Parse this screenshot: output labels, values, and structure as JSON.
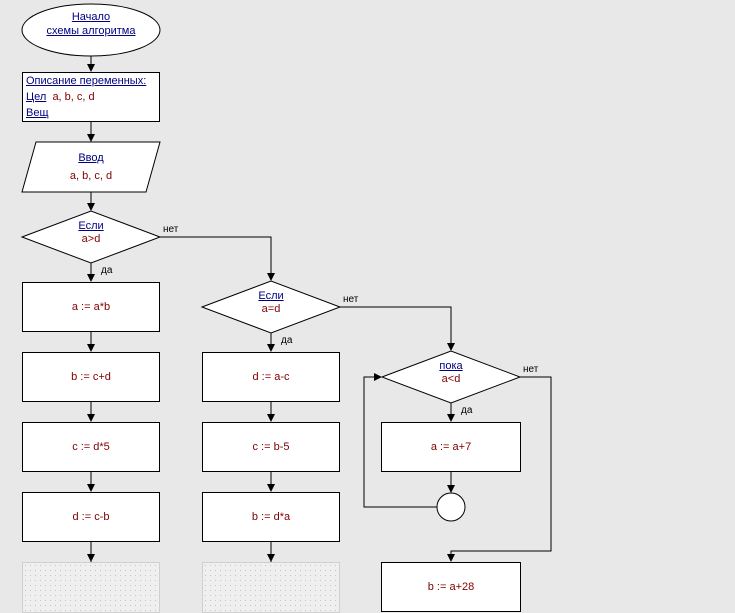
{
  "start": {
    "line1": "Начало",
    "line2": "схемы алгоритма"
  },
  "variables": {
    "title": "Описание переменных:",
    "int_kw": "Цел",
    "int_vars": "a, b, c, d",
    "real_kw": "Вещ"
  },
  "input": {
    "kw": "Ввод",
    "vars": "a, b, c, d"
  },
  "if1": {
    "kw": "Если",
    "cond": "a>d",
    "yes": "да",
    "no": "нет"
  },
  "if2": {
    "kw": "Если",
    "cond": "a=d",
    "yes": "да",
    "no": "нет"
  },
  "loop": {
    "kw": "пока",
    "cond": "a<d",
    "yes": "да",
    "no": "нет"
  },
  "col1": [
    "a := a*b",
    "b := c+d",
    "c := d*5",
    "d := c-b"
  ],
  "col2": [
    "d := a-c",
    "c := b-5",
    "b := d*a"
  ],
  "col3": {
    "body": "a := a+7",
    "after": "b := a+28"
  },
  "colors": {
    "keyword": "#000080",
    "value": "#800000",
    "line": "#000000",
    "background": "#e8e8e8"
  }
}
